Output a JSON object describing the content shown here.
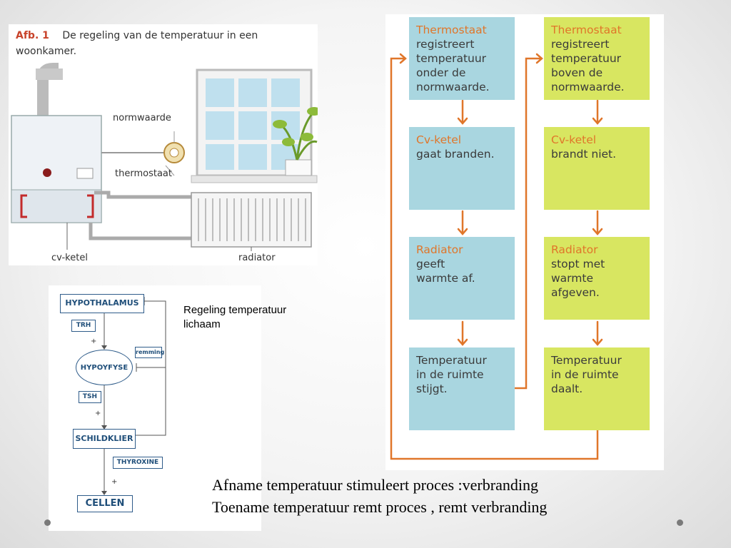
{
  "illustration": {
    "fig_label": "Afb. 1",
    "title_line1": "De regeling van de temperatuur in een",
    "title_line2": "woonkamer.",
    "labels": {
      "normwaarde": "normwaarde",
      "thermostaat": "thermostaat",
      "cv_ketel": "cv-ketel",
      "radiator": "radiator"
    }
  },
  "hormone_diagram": {
    "hypothalamus": "HYPOTHALAMUS",
    "trh": "TRH",
    "hypofyse": "HYPOYFYSE",
    "remming": "remming",
    "tsh": "TSH",
    "schildklier": "SCHILDKLIER",
    "thyroxine": "THYROXINE",
    "cellen": "CELLEN",
    "plus": "+"
  },
  "side_note": {
    "line1": "Regeling temperatuur",
    "line2": "lichaam"
  },
  "flowchart": {
    "left_column": [
      {
        "lead": "Thermostaat",
        "rest": [
          "registreert",
          "temperatuur",
          "onder de",
          "normwaarde."
        ]
      },
      {
        "lead": "Cv-ketel",
        "rest": [
          "gaat branden."
        ]
      },
      {
        "lead": "Radiator",
        "rest": [
          "geeft",
          "warmte af."
        ]
      },
      {
        "lead": "",
        "rest": [
          "Temperatuur",
          "in de ruimte",
          "stijgt."
        ]
      }
    ],
    "right_column": [
      {
        "lead": "Thermostaat",
        "rest": [
          "registreert",
          "temperatuur",
          "boven de",
          "normwaarde."
        ]
      },
      {
        "lead": "Cv-ketel",
        "rest": [
          "brandt niet."
        ]
      },
      {
        "lead": "Radiator",
        "rest": [
          "stopt met",
          "warmte",
          "afgeven."
        ]
      },
      {
        "lead": "",
        "rest": [
          "Temperatuur",
          "in de ruimte",
          "daalt."
        ]
      }
    ],
    "colors": {
      "left": "#a9d6e0",
      "right": "#d8e661",
      "arrow": "#e0762a",
      "lead_text": "#e0762a"
    }
  },
  "bottom_text": {
    "line1": "Afname temperatuur stimuleert proces :verbranding",
    "line2": "Toename temperatuur remt proces , remt verbranding"
  }
}
